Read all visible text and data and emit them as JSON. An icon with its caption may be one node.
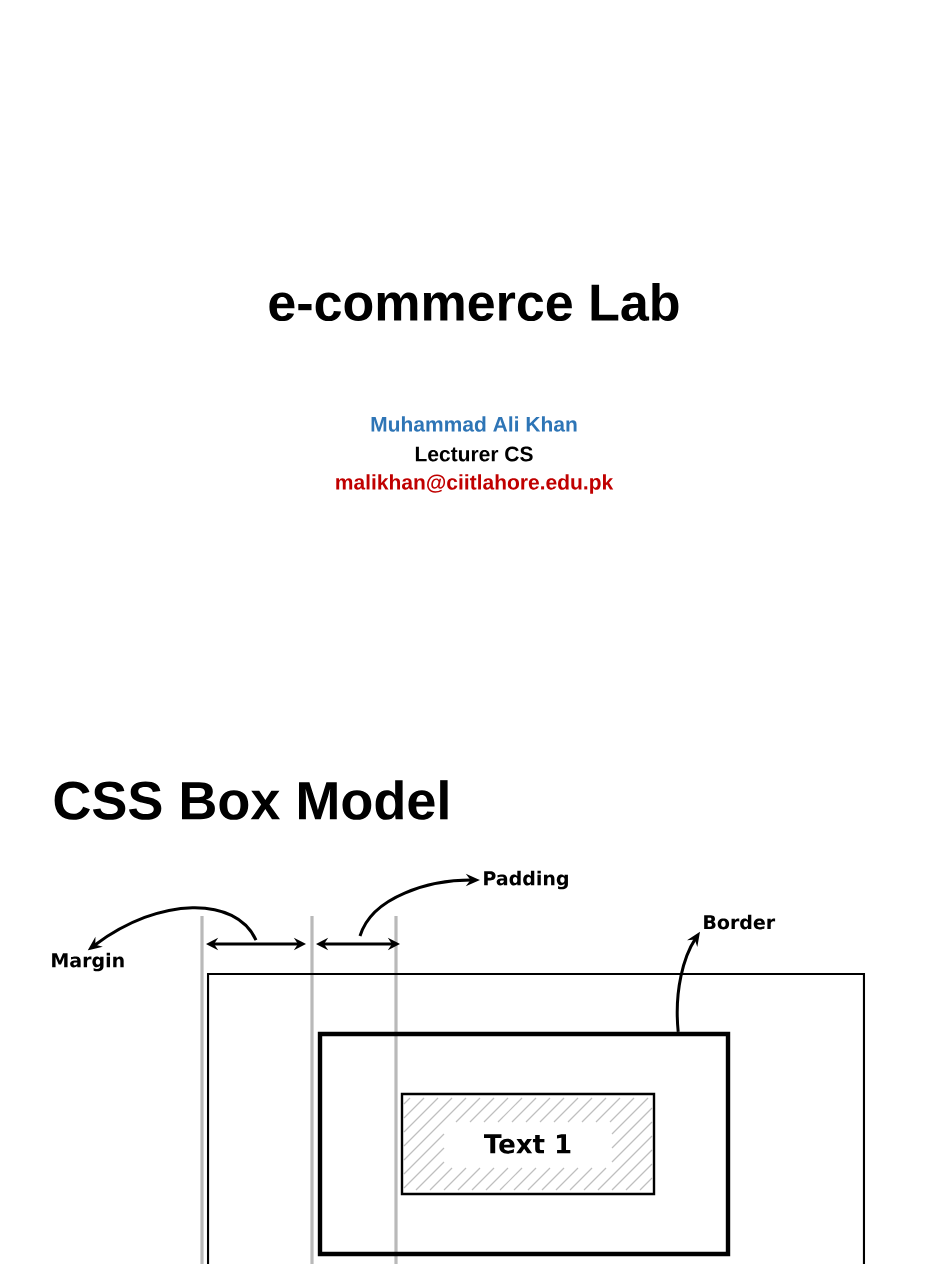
{
  "diagram": {
    "nodes": [
      {
        "text": [
          "Padding"
        ]
      },
      {
        "text": [
          "Border"
        ]
      },
      {
        "text": [
          "Margin"
        ]
      },
      {
        "text": [],
        "shape": "box"
      },
      {
        "text": [],
        "shape": "box",
        "in": 3
      },
      {
        "text": [
          "Text 1"
        ],
        "in": 4
      }
    ],
    "edges": [
      {
        "from": null,
        "to": 0,
        "arrow": "to"
      },
      {
        "from": 4,
        "to": 1,
        "arrow": "to"
      },
      {
        "from": null,
        "to": 2,
        "arrow": "to"
      }
    ],
    "labels": [
      "e-commerce Lab",
      "Muhammad Ali Khan",
      "Lecturer CS",
      "malikhan@ciitlahore.edu.pk",
      "CSS Box Model"
    ]
  }
}
